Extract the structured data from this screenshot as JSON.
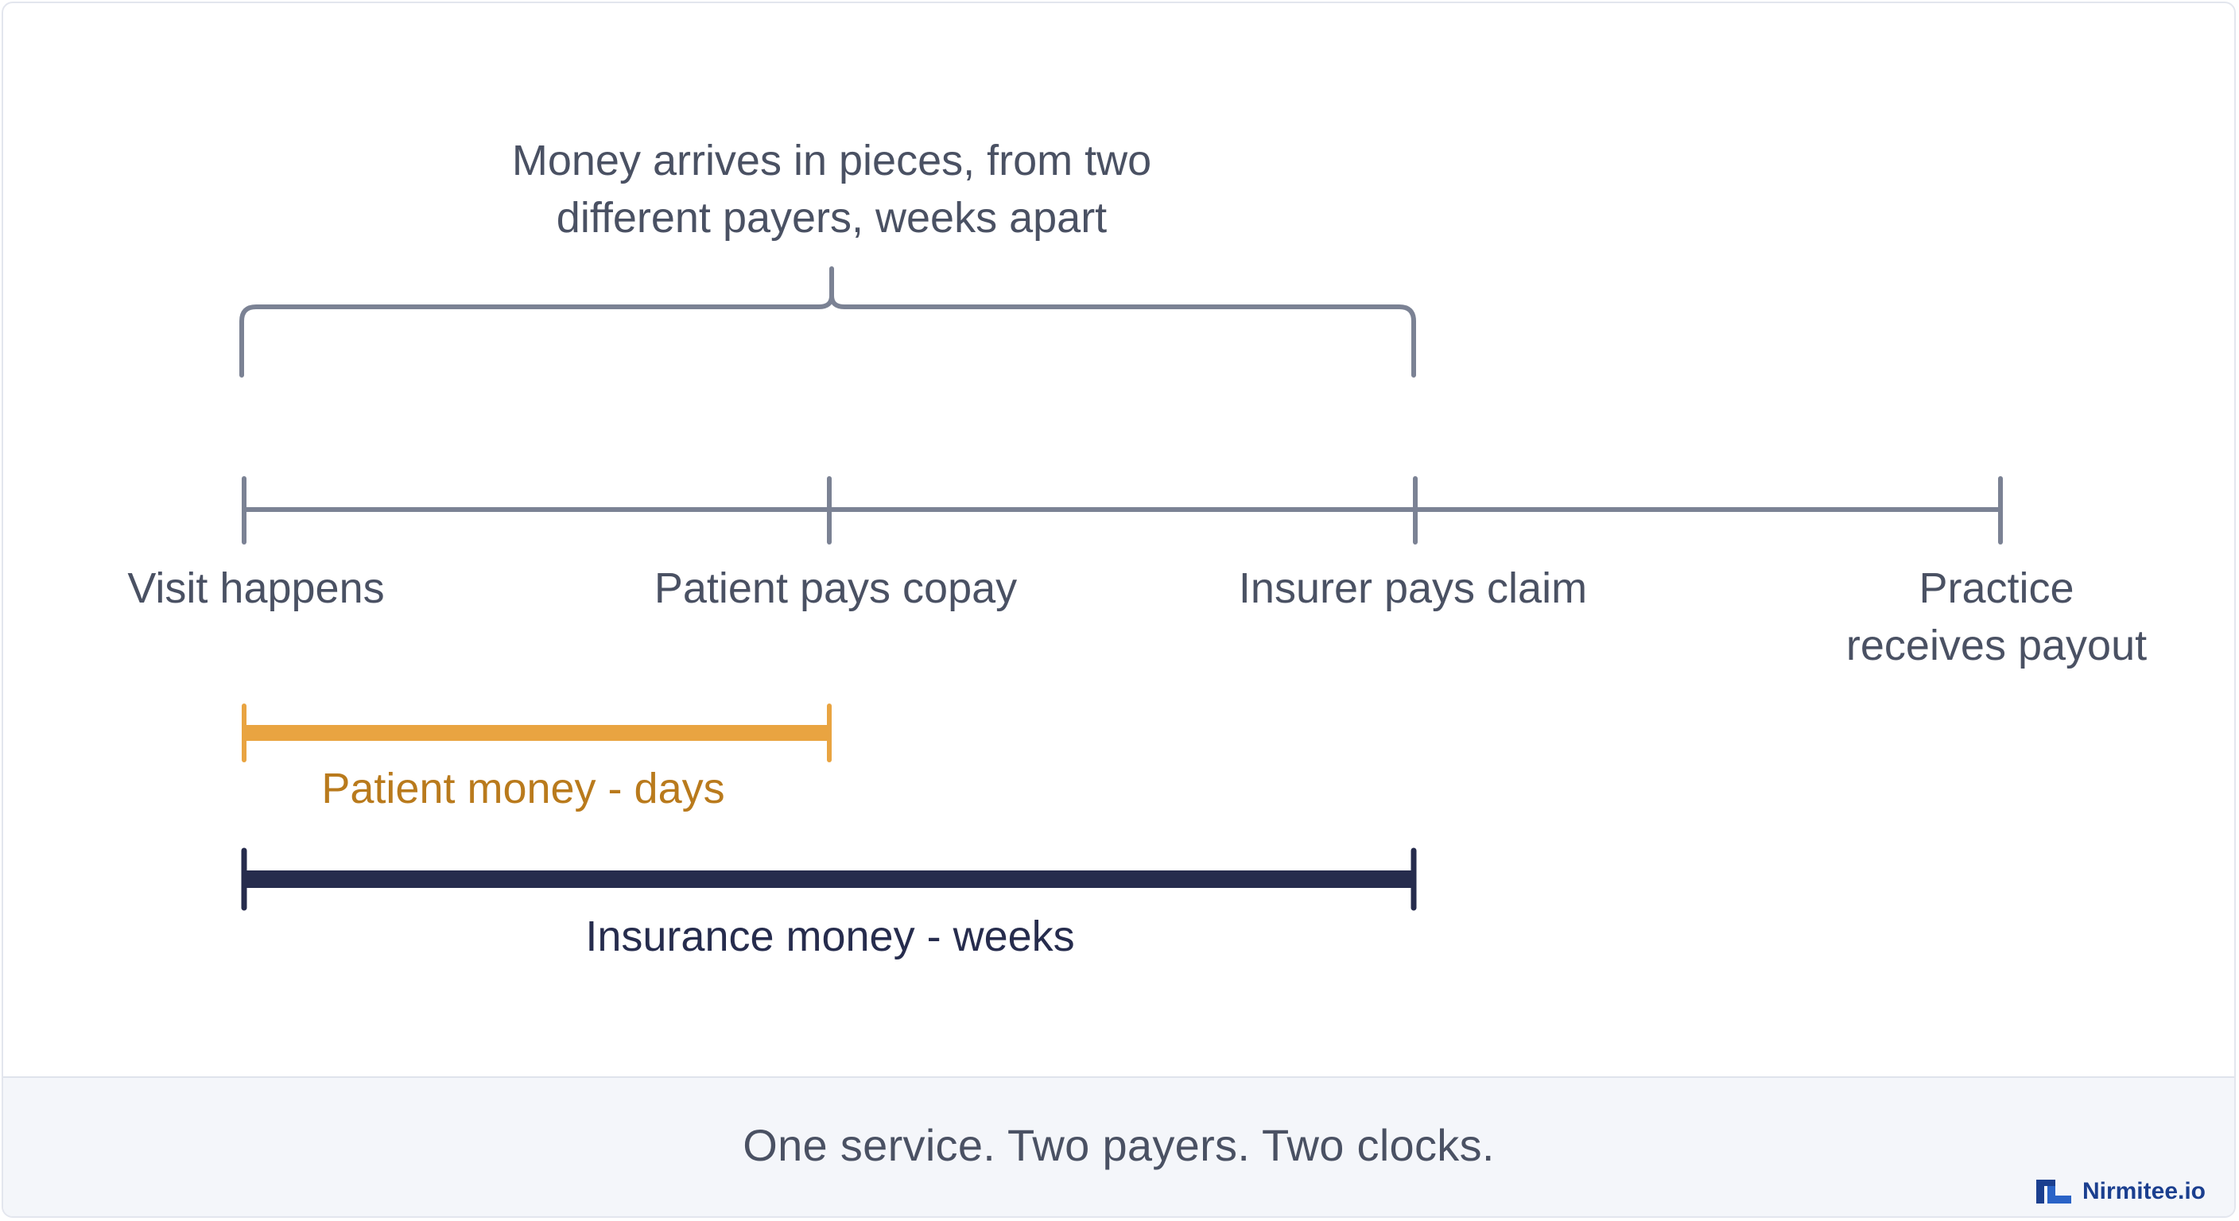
{
  "header": {
    "line1": "Money arrives in pieces, from two",
    "line2": "different payers, weeks apart"
  },
  "timeline": {
    "milestones": [
      {
        "lines": [
          "Visit happens"
        ]
      },
      {
        "lines": [
          "Patient pays copay"
        ]
      },
      {
        "lines": [
          "Insurer pays claim"
        ]
      },
      {
        "lines": [
          "Practice",
          "receives payout"
        ]
      }
    ]
  },
  "spans": {
    "patient_label": "Patient money - days",
    "insurance_label": "Insurance money - weeks"
  },
  "footer": {
    "tagline": "One service. Two payers. Two clocks.",
    "brand": "Nirmitee.io"
  },
  "colors": {
    "axis": "#7b8294",
    "label": "#4a5163",
    "patient": "#e9a441",
    "patient_text": "#b97a1c",
    "insurance": "#262c4d",
    "brand": "#1b3f8f"
  }
}
